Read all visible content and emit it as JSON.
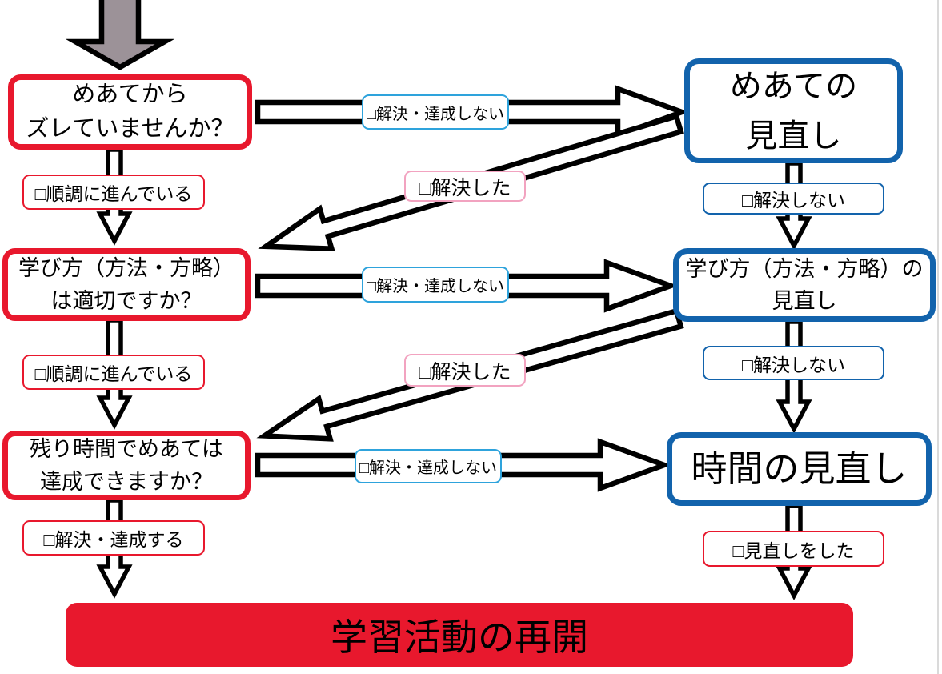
{
  "colors": {
    "question_border": "#E8182D",
    "review_border": "#1263AC",
    "condition_lightblue_border": "#2EA3DC",
    "condition_pink_border": "#F2A3C0",
    "banner_fill": "#E8182D",
    "entry_arrow_fill": "#9C9298",
    "arrow_outline": "#000000"
  },
  "questions": [
    {
      "line1": "めあてから",
      "line2": "ズレていませんか？",
      "down_label": "□順調に進んでいる"
    },
    {
      "line1": "学び方（方法・方略）",
      "line2": "は適切ですか？",
      "down_label": "□順調に進んでいる"
    },
    {
      "line1": "残り時間でめあては",
      "line2": "達成できますか？",
      "down_label": "□解決・達成する"
    }
  ],
  "reviews": [
    {
      "line1": "めあての",
      "line2": "見直し",
      "down_label": "□解決しない"
    },
    {
      "line1": "学び方（方法・方略）の",
      "line2": "見直し",
      "down_label": "□解決しない"
    },
    {
      "line1": "時間の見直し",
      "down_label": "□見直しをした"
    }
  ],
  "cross_labels": {
    "to_review_1": "□解決・達成しない",
    "to_review_2": "□解決・達成しない",
    "to_review_3": "□解決・達成しない",
    "back_1": "□解決した",
    "back_2": "□解決した"
  },
  "banner": {
    "text": "学習活動の再開"
  }
}
